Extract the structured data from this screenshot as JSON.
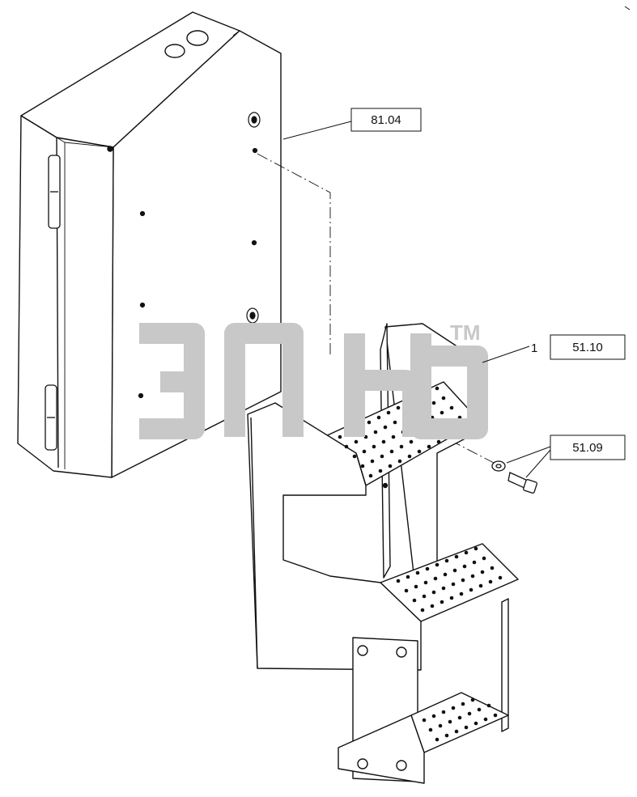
{
  "diagram": {
    "callouts": {
      "box": "81.04",
      "steps": "51.10",
      "bolt": "51.09",
      "steps_qty": "1"
    },
    "watermark": {
      "mark": "TM"
    },
    "colors": {
      "line": "#111111",
      "watermark": "#c8c8c8",
      "background": "#ffffff"
    }
  }
}
